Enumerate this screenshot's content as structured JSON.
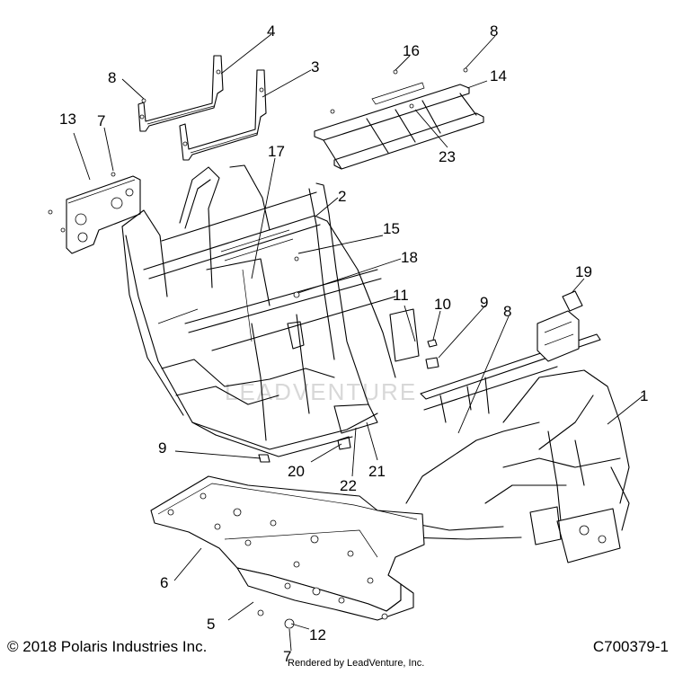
{
  "callouts": [
    "1",
    "2",
    "3",
    "4",
    "5",
    "6",
    "7",
    "7",
    "8",
    "8",
    "8",
    "9",
    "9",
    "10",
    "11",
    "12",
    "13",
    "14",
    "15",
    "16",
    "17",
    "18",
    "19",
    "20",
    "21",
    "22",
    "23"
  ],
  "watermark": "LEADVENTURE",
  "footer": {
    "copyright": "© 2018 Polaris Industries Inc.",
    "rendered_by": "Rendered by LeadVenture, Inc.",
    "diagram_code": "C700379-1"
  }
}
